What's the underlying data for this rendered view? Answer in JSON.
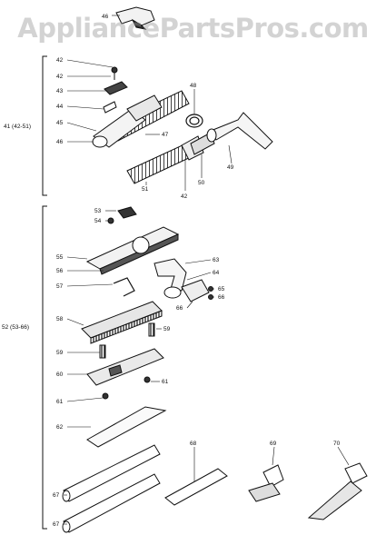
{
  "watermark": "AppliancePartsPros.com",
  "group_labels": {
    "g41": "41 (42-51)",
    "g52": "52 (53-66)"
  },
  "callouts": {
    "c46": "46",
    "c42": "42",
    "c43": "43",
    "c44": "44",
    "c45": "45",
    "c46b": "46",
    "c47": "47",
    "c48": "48",
    "c49": "49",
    "c50": "50",
    "c42b": "42",
    "c51": "51",
    "c53": "53",
    "c54": "54",
    "c55": "55",
    "c56": "56",
    "c57": "57",
    "c63": "63",
    "c64": "64",
    "c65": "65",
    "c66": "66",
    "c58": "58",
    "c59": "59",
    "c59b": "59",
    "c60": "60",
    "c61": "61",
    "c61b": "61",
    "c62": "62",
    "c67": "67",
    "c67b": "67",
    "c68": "68",
    "c69": "69",
    "c70": "70"
  }
}
